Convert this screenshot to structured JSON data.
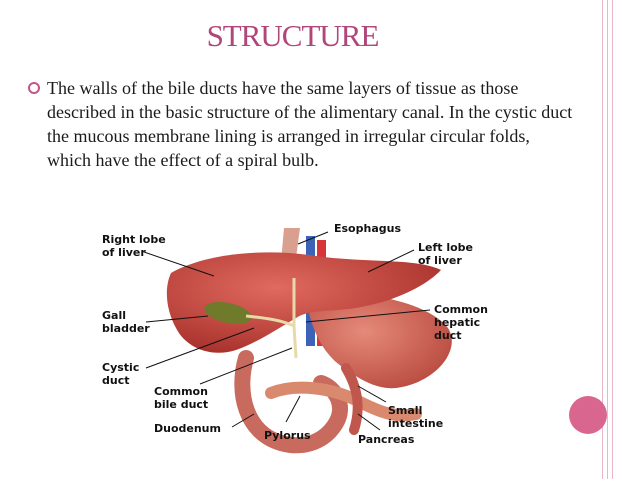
{
  "slide": {
    "title": "STRUCTURE",
    "bullet_text": "The walls of the bile ducts have the same layers of tissue as those described in the basic structure of the alimentary canal. In the cystic duct the mucous membrane lining is arranged in irregular circular folds, which have the effect of a spiral bulb."
  },
  "diagram": {
    "labels": {
      "esophagus": "Esophagus",
      "right_lobe_1": "Right lobe",
      "right_lobe_2": "of liver",
      "left_lobe_1": "Left lobe",
      "left_lobe_2": "of liver",
      "gall_1": "Gall",
      "gall_2": "bladder",
      "common_hepatic_1": "Common",
      "common_hepatic_2": "hepatic",
      "common_hepatic_3": "duct",
      "cystic_1": "Cystic",
      "cystic_2": "duct",
      "common_bile_1": "Common",
      "common_bile_2": "bile duct",
      "small_1": "Small",
      "small_2": "intestine",
      "duodenum": "Duodenum",
      "pylorus": "Pylorus",
      "pancreas": "Pancreas"
    }
  },
  "colors": {
    "title": "#b0467a",
    "accent": "#d9668f",
    "liver": "#c8473f",
    "gallbladder": "#6f7a2a"
  }
}
